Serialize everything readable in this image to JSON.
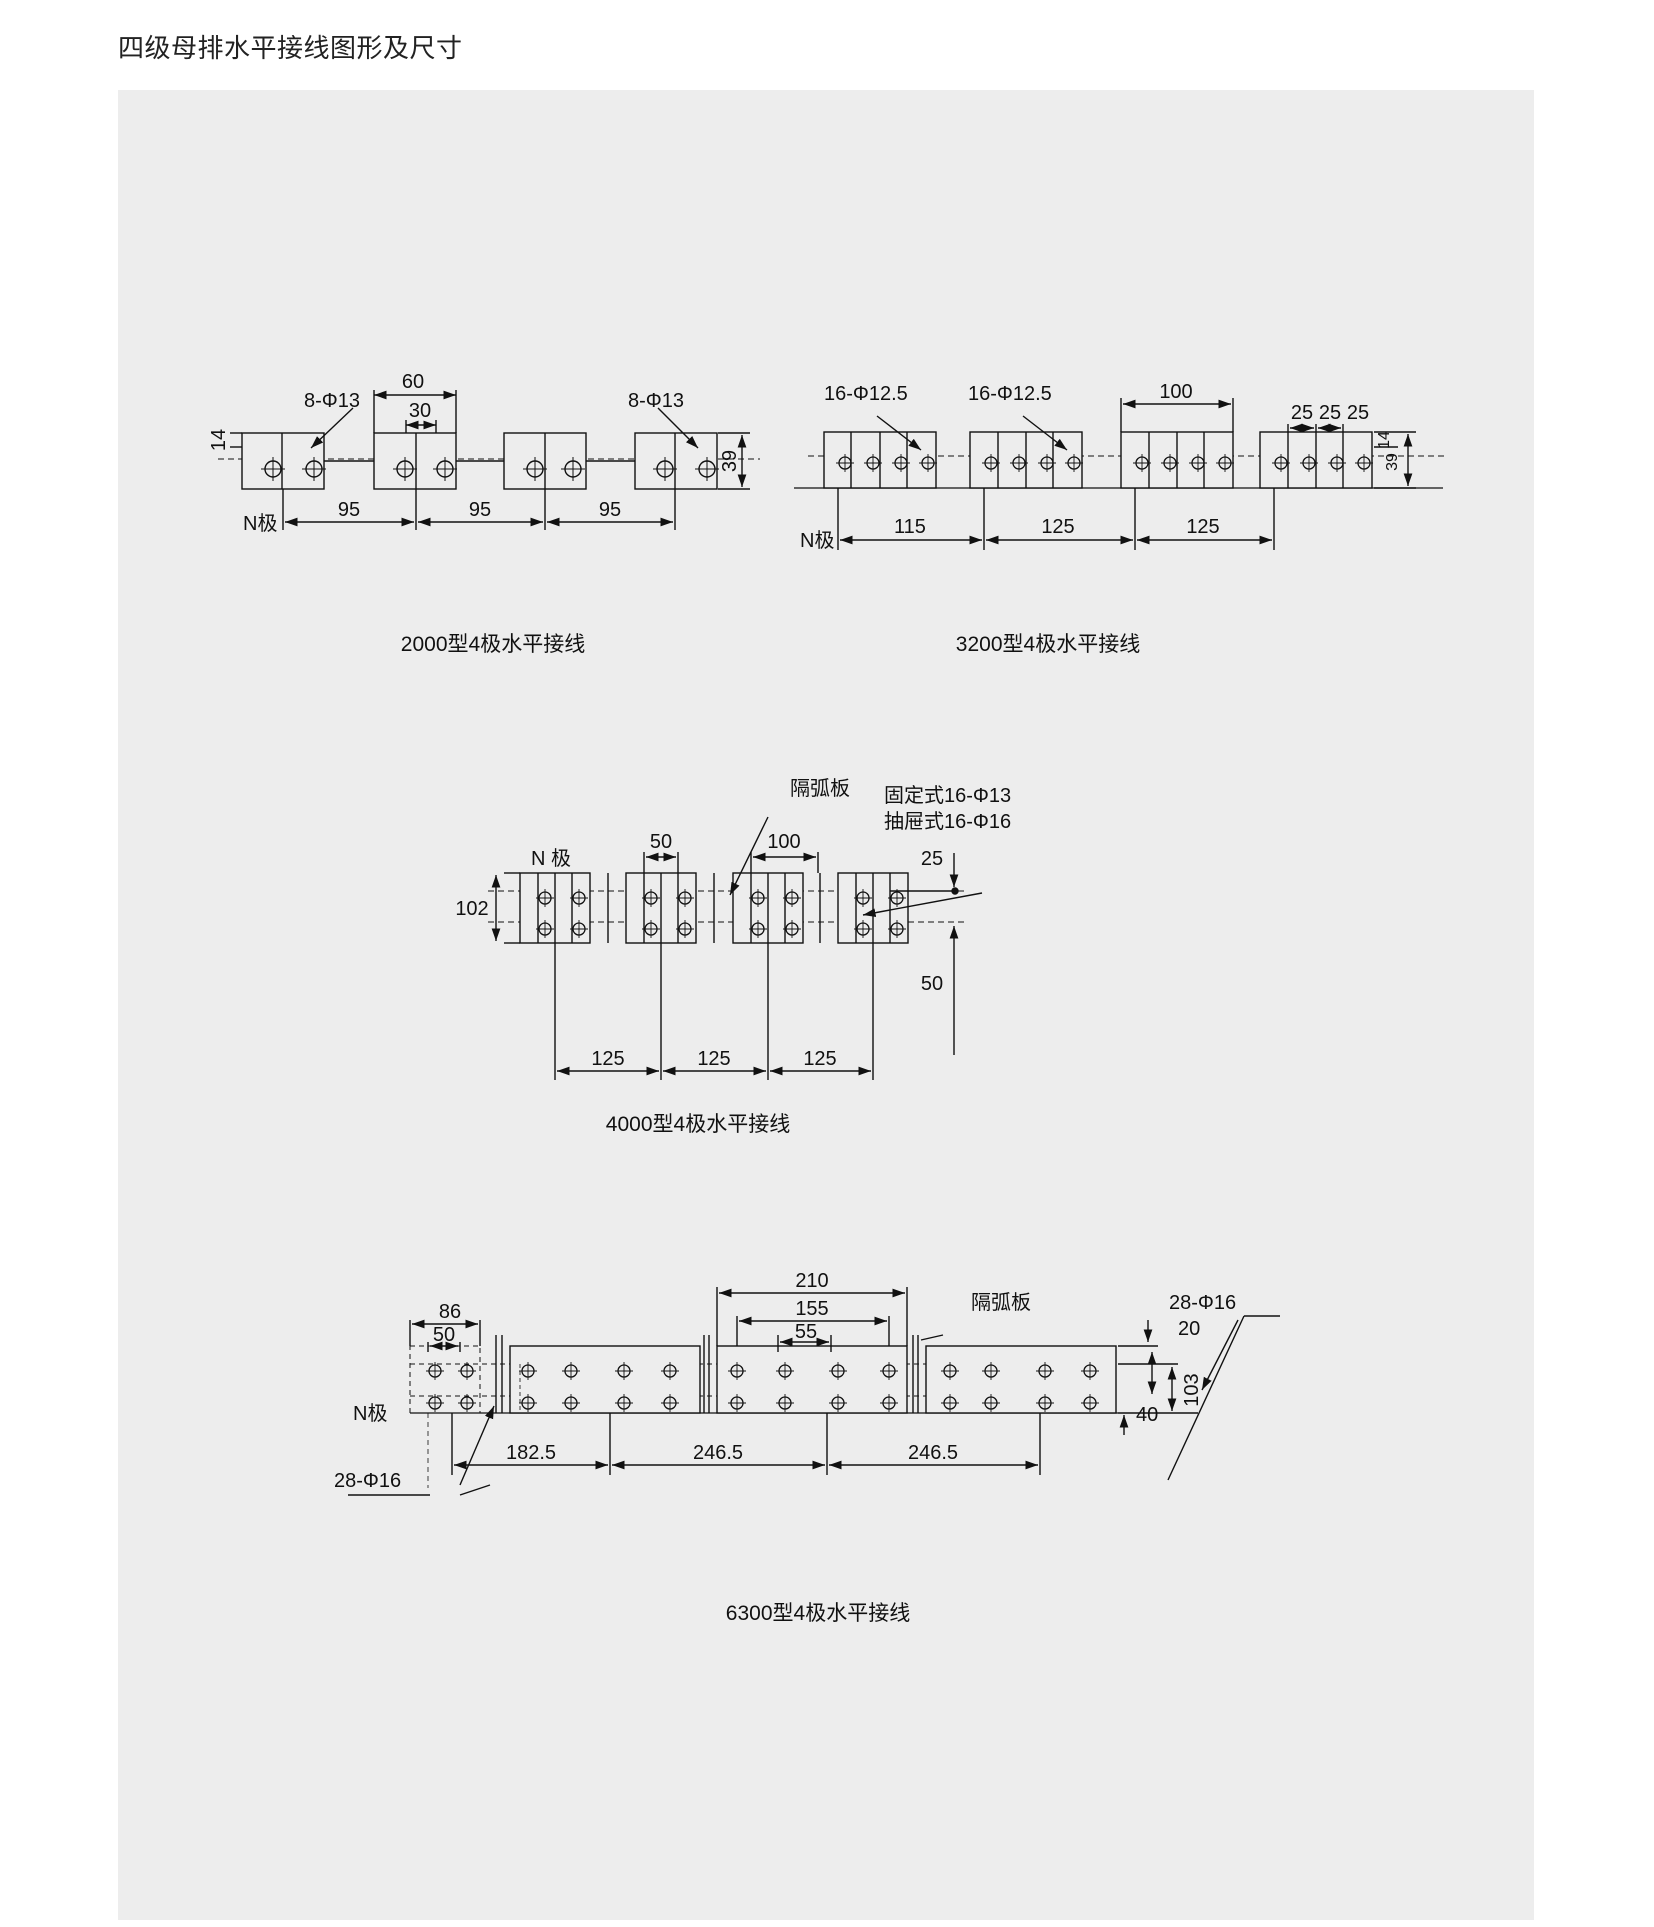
{
  "title": "四级母排水平接线图形及尺寸",
  "diagrams": {
    "d2000": {
      "caption": "2000型4极水平接线",
      "hole_label_left": "8-Φ13",
      "hole_label_right": "8-Φ13",
      "dim_width": "60",
      "dim_hole_pitch": "30",
      "dim_height_small": "14",
      "dim_height": "39",
      "n_pole": "N极",
      "pitch": [
        "95",
        "95",
        "95"
      ]
    },
    "d3200": {
      "caption": "3200型4极水平接线",
      "hole_label_1": "16-Φ12.5",
      "hole_label_2": "16-Φ12.5",
      "dim_width": "100",
      "dim_hole_pitch": [
        "25",
        "25",
        "25"
      ],
      "dim_height_small": "14",
      "dim_height": "39",
      "n_pole": "N极",
      "pitch": [
        "115",
        "125",
        "125"
      ]
    },
    "d4000": {
      "caption": "4000型4极水平接线",
      "arc_plate": "隔弧板",
      "fixed_label": "固定式16-Φ13",
      "drawer_label": "抽屉式16-Φ16",
      "n_pole": "N 极",
      "dim_hole_pitch": "50",
      "dim_width": "100",
      "dim_top": "25",
      "dim_bottom": "50",
      "dim_height": "102",
      "pitch": [
        "125",
        "125",
        "125"
      ]
    },
    "d6300": {
      "caption": "6300型4极水平接线",
      "arc_plate": "隔弧板",
      "hole_label_top": "28-Φ16",
      "hole_label_bottom": "28-Φ16",
      "n_pole": "N极",
      "dim_n_width": "86",
      "dim_n_pitch": "50",
      "dim_width": "210",
      "dim_inner": "155",
      "dim_pitch": "55",
      "dim_top": "20",
      "dim_height": "103",
      "dim_bottom": "40",
      "pitch": [
        "182.5",
        "246.5",
        "246.5"
      ]
    }
  }
}
